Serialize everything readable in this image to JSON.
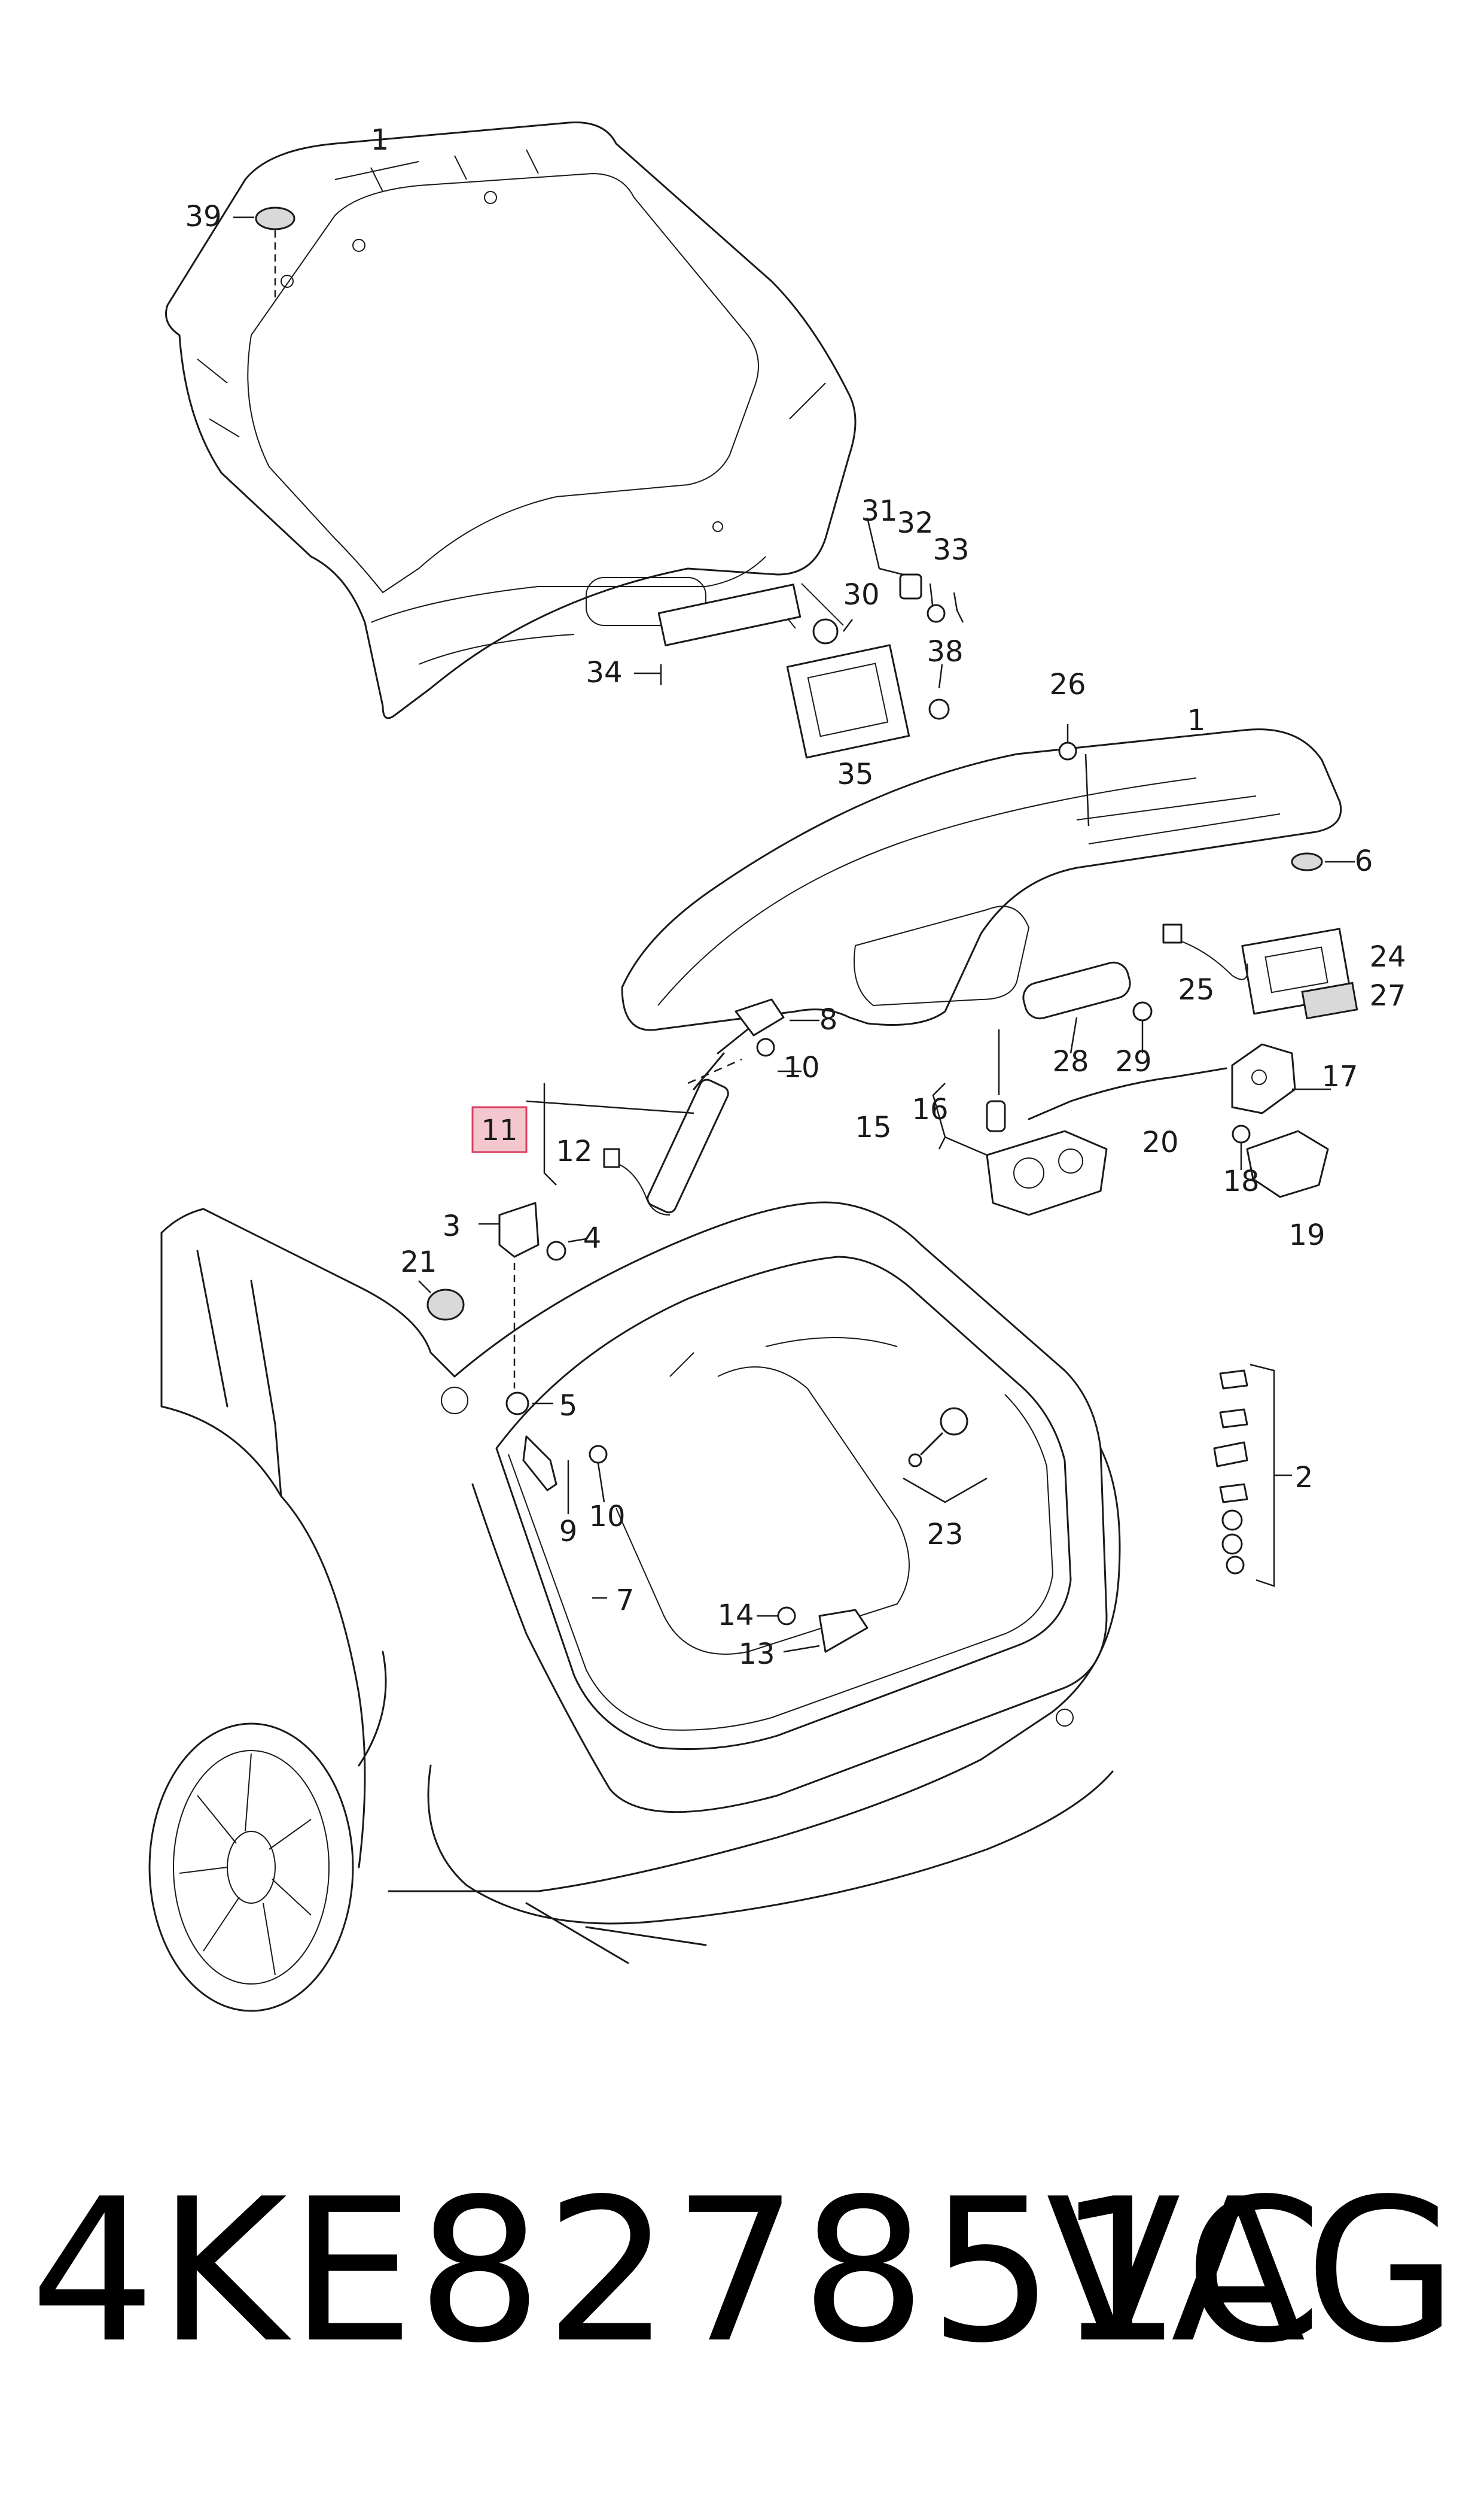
{
  "diagram": {
    "callouts": [
      {
        "id": "c1a",
        "text": "1"
      },
      {
        "id": "c39",
        "text": "39"
      },
      {
        "id": "c31",
        "text": "31"
      },
      {
        "id": "c32",
        "text": "32"
      },
      {
        "id": "c33",
        "text": "33"
      },
      {
        "id": "c30",
        "text": "30"
      },
      {
        "id": "c34",
        "text": "34"
      },
      {
        "id": "c38",
        "text": "38"
      },
      {
        "id": "c35",
        "text": "35"
      },
      {
        "id": "c26",
        "text": "26"
      },
      {
        "id": "c1b",
        "text": "1"
      },
      {
        "id": "c6",
        "text": "6"
      },
      {
        "id": "c24",
        "text": "24"
      },
      {
        "id": "c25",
        "text": "25"
      },
      {
        "id": "c27",
        "text": "27"
      },
      {
        "id": "c8",
        "text": "8"
      },
      {
        "id": "c10a",
        "text": "10"
      },
      {
        "id": "c28",
        "text": "28"
      },
      {
        "id": "c29",
        "text": "29"
      },
      {
        "id": "c17",
        "text": "17"
      },
      {
        "id": "c16",
        "text": "16"
      },
      {
        "id": "c15",
        "text": "15"
      },
      {
        "id": "c20",
        "text": "20"
      },
      {
        "id": "c11",
        "text": "11"
      },
      {
        "id": "c12",
        "text": "12"
      },
      {
        "id": "c18",
        "text": "18"
      },
      {
        "id": "c19",
        "text": "19"
      },
      {
        "id": "c3",
        "text": "3"
      },
      {
        "id": "c4",
        "text": "4"
      },
      {
        "id": "c21",
        "text": "21"
      },
      {
        "id": "c5",
        "text": "5"
      },
      {
        "id": "c9",
        "text": "9"
      },
      {
        "id": "c10b",
        "text": "10"
      },
      {
        "id": "c2",
        "text": "2"
      },
      {
        "id": "c23",
        "text": "23"
      },
      {
        "id": "c7",
        "text": "7"
      },
      {
        "id": "c14",
        "text": "14"
      },
      {
        "id": "c13",
        "text": "13"
      }
    ],
    "highlighted_callout": "11",
    "highlight_color": "#f4c7cf"
  },
  "footer": {
    "part_number": "4KE827851C",
    "brand": "VAG"
  }
}
